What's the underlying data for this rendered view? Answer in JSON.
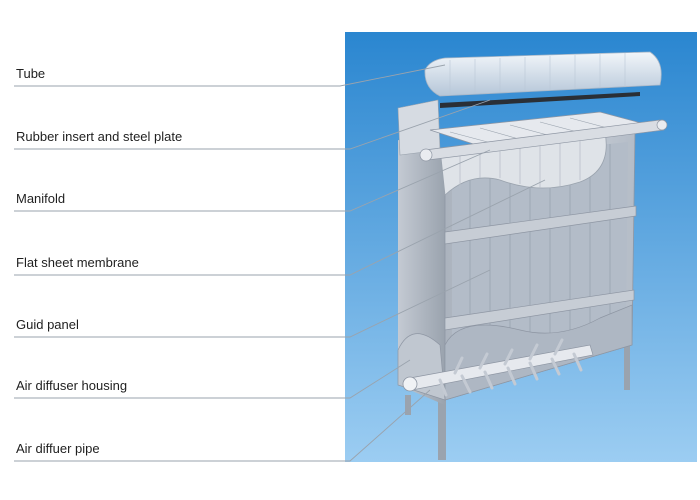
{
  "labels": [
    "Tube",
    "Rubber insert and steel plate",
    "Manifold",
    "Flat sheet membrane",
    "Guid panel",
    "Air diffuser housing",
    "Air diffuer pipe"
  ],
  "colors": {
    "panel_top": "#2f8fd6",
    "panel_bottom": "#8fc8f0",
    "steel": "#c9ced6",
    "steel_dark": "#8e96a3",
    "membrane": "#b9c2cd",
    "leader_line": "#9aa3ad",
    "text": "#1f1f1f"
  }
}
